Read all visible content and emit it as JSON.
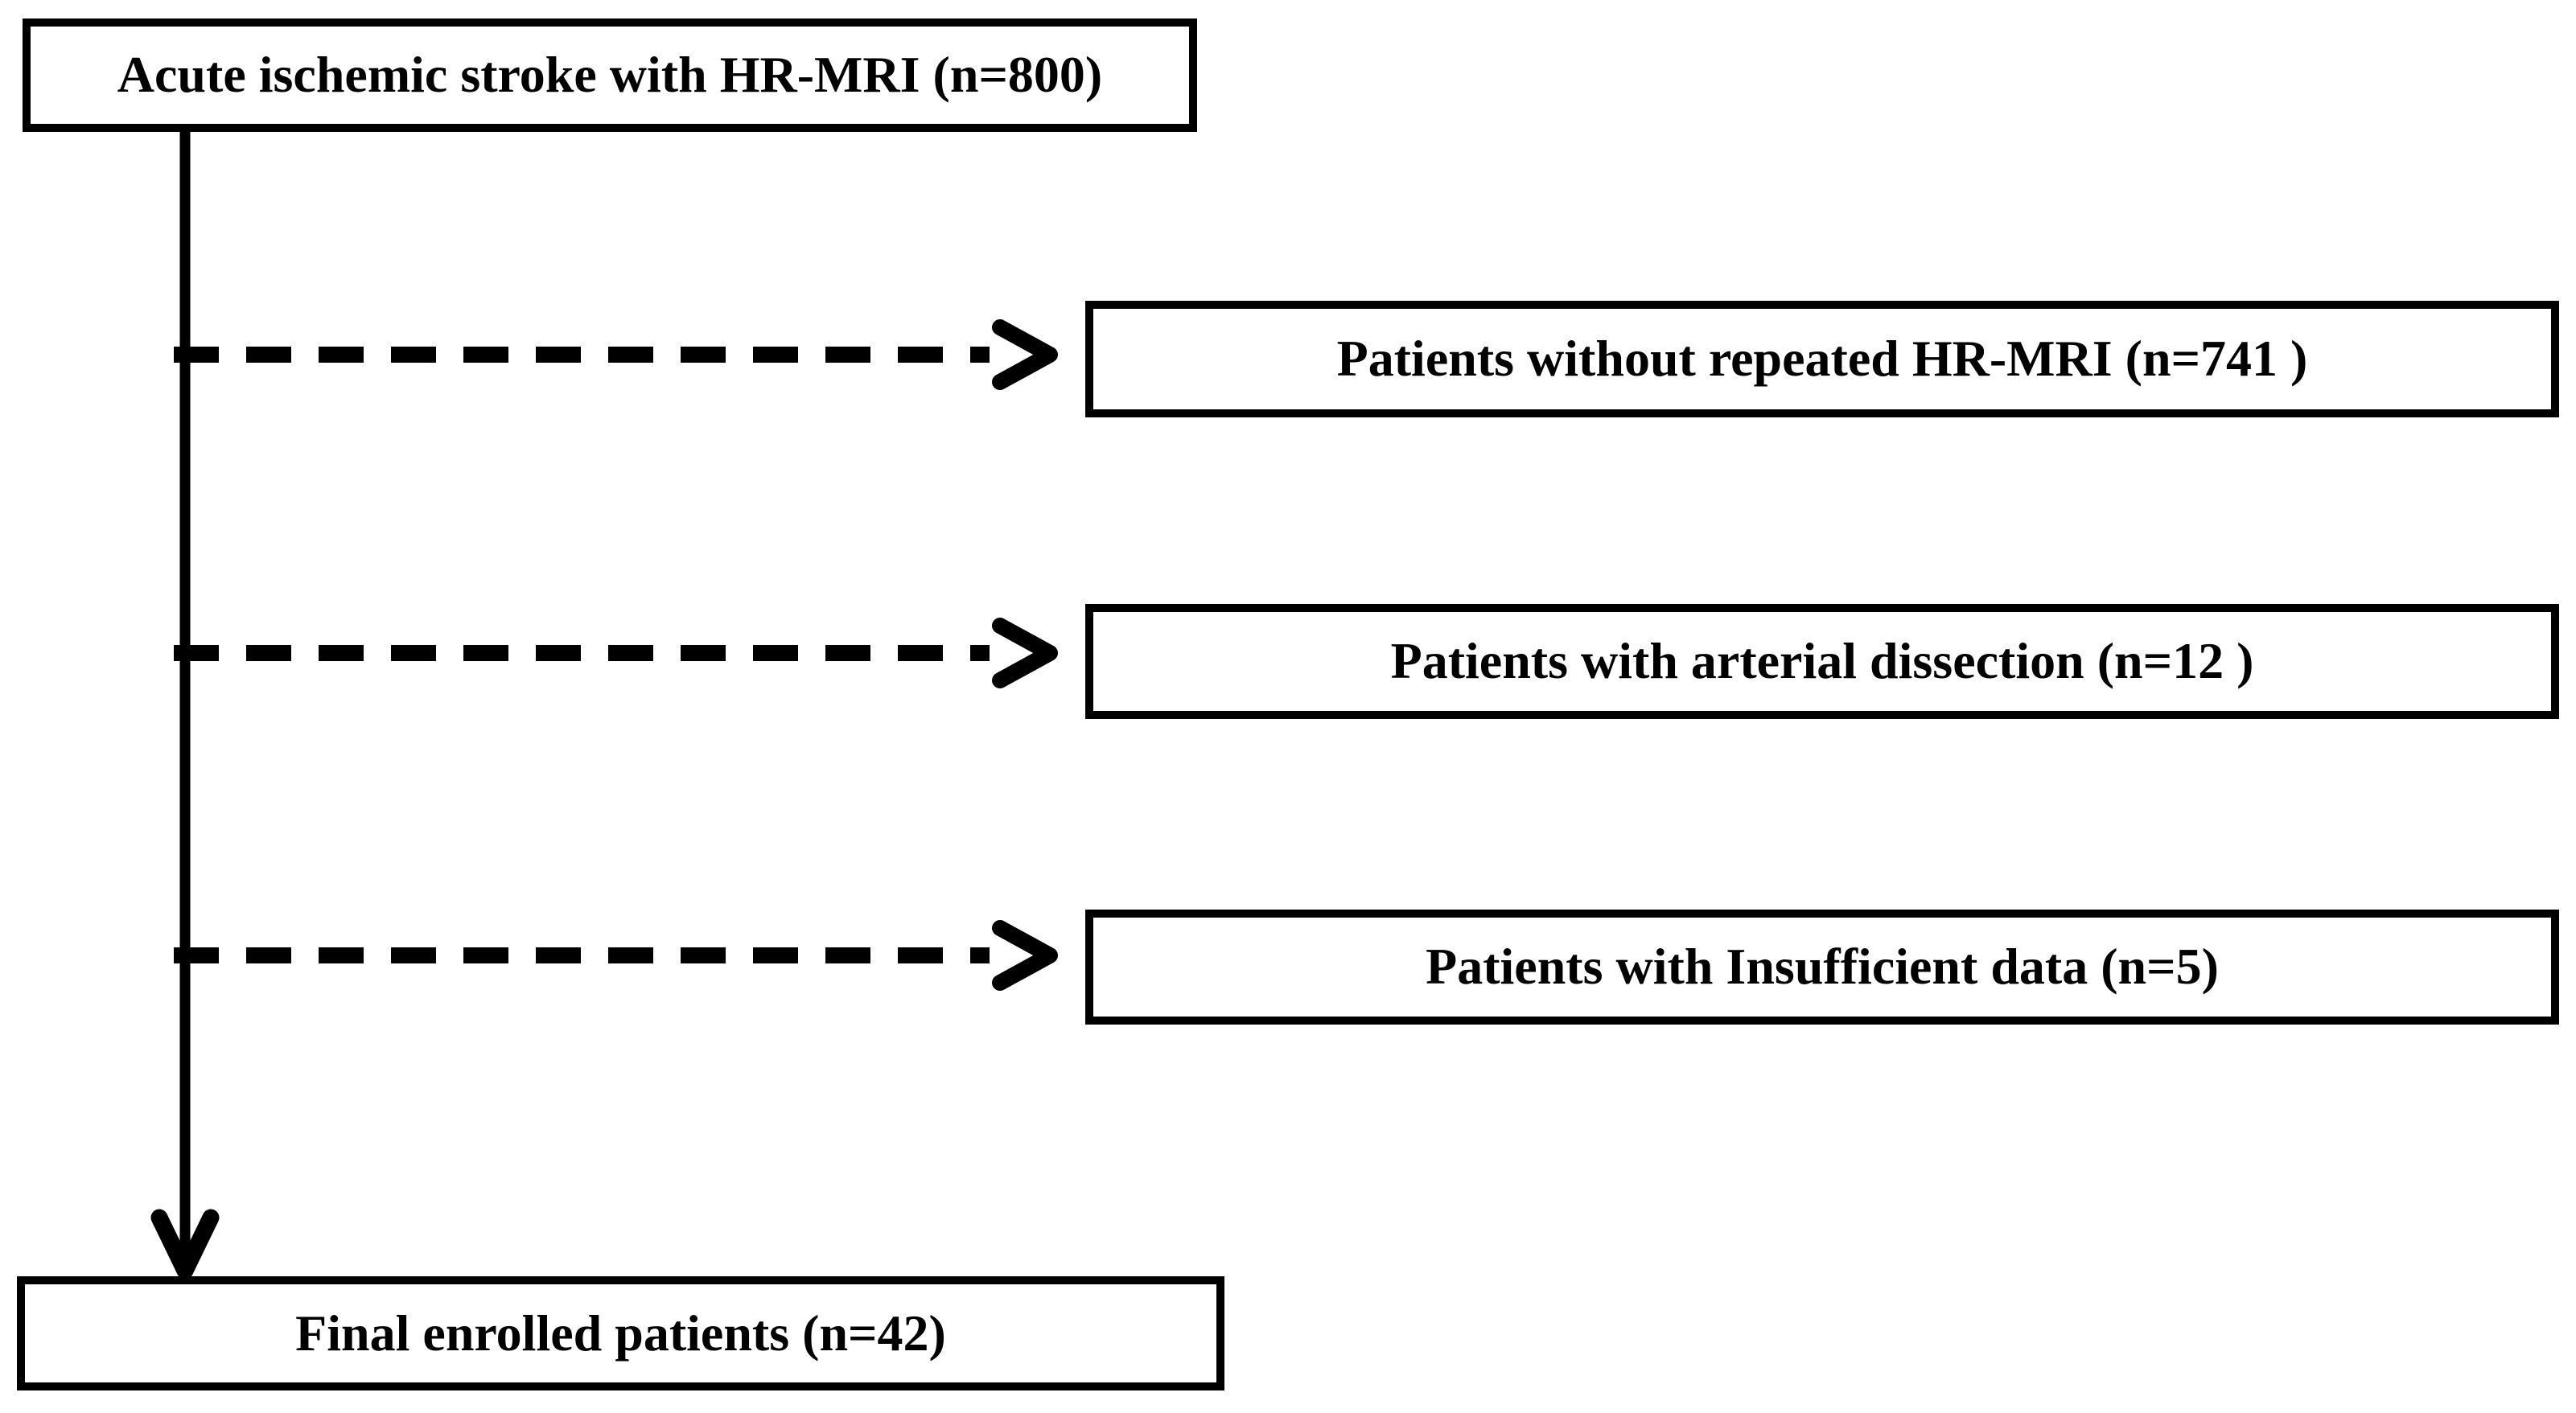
{
  "figure": {
    "type": "flowchart",
    "background_color": "#ffffff",
    "line_color": "#000000",
    "text_color": "#000000",
    "nodes": {
      "source": {
        "label": "Acute ischemic stroke with HR-MRI (n=800)",
        "n": 800
      },
      "exclusions": [
        {
          "label": "Patients without repeated HR-MRI (n=741 )",
          "n": 741
        },
        {
          "label": "Patients with arterial dissection (n=12 )",
          "n": 12
        },
        {
          "label": "Patients with Insufficient data (n=5)",
          "n": 5
        }
      ],
      "final": {
        "label": "Final enrolled patients (n=42)",
        "n": 42
      }
    },
    "connectors": {
      "main_flow": {
        "from": "source",
        "to": "final",
        "style": "solid",
        "arrowhead": "v-chevron"
      },
      "exclusion_flow_style": {
        "style": "dashed",
        "arrowhead": "chevron"
      }
    }
  }
}
